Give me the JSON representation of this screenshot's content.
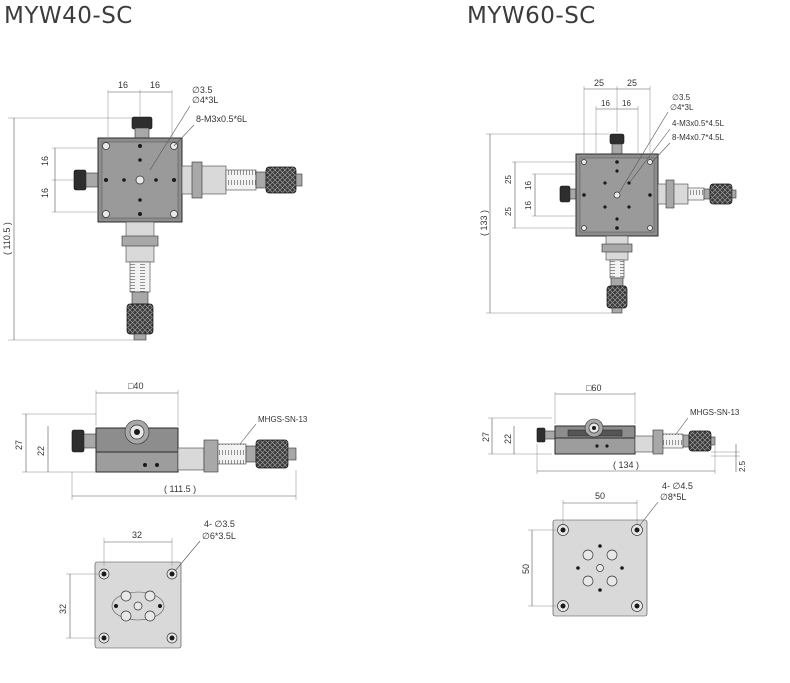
{
  "titles": {
    "left": "MYW40-SC",
    "right": "MYW60-SC"
  },
  "left": {
    "top": {
      "d16a": "16",
      "d16b": "16",
      "hole1": "∅3.5",
      "hole2": "∅4*3L",
      "thread": "8-M3x0.5*6L",
      "v16a": "16",
      "v16b": "16",
      "height": "( 110.5 )"
    },
    "side": {
      "square": "□40",
      "h27": "27",
      "h22": "22",
      "micrometer": "MHGS-SN-13",
      "length": "( 111.5 )"
    },
    "bottom": {
      "w32": "32",
      "h32": "32",
      "holes1": "4- ∅3.5",
      "holes2": "∅6*3.5L"
    }
  },
  "right": {
    "top": {
      "d25a": "25",
      "d25b": "25",
      "d16a": "16",
      "d16b": "16",
      "hole1": "∅3.5",
      "hole2": "∅4*3L",
      "thread1": "4-M3x0.5*4.5L",
      "thread2": "8-M4x0.7*4.5L",
      "v25a": "25",
      "v25b": "25",
      "v16a": "16",
      "v16b": "16",
      "height": "( 133 )"
    },
    "side": {
      "square": "□60",
      "h27": "27",
      "h22": "22",
      "micrometer": "MHGS-SN-13",
      "length": "( 134 )",
      "offset": "2.5"
    },
    "bottom": {
      "w50": "50",
      "h50": "50",
      "holes1": "4- ∅4.5",
      "holes2": "∅8*5L"
    }
  }
}
